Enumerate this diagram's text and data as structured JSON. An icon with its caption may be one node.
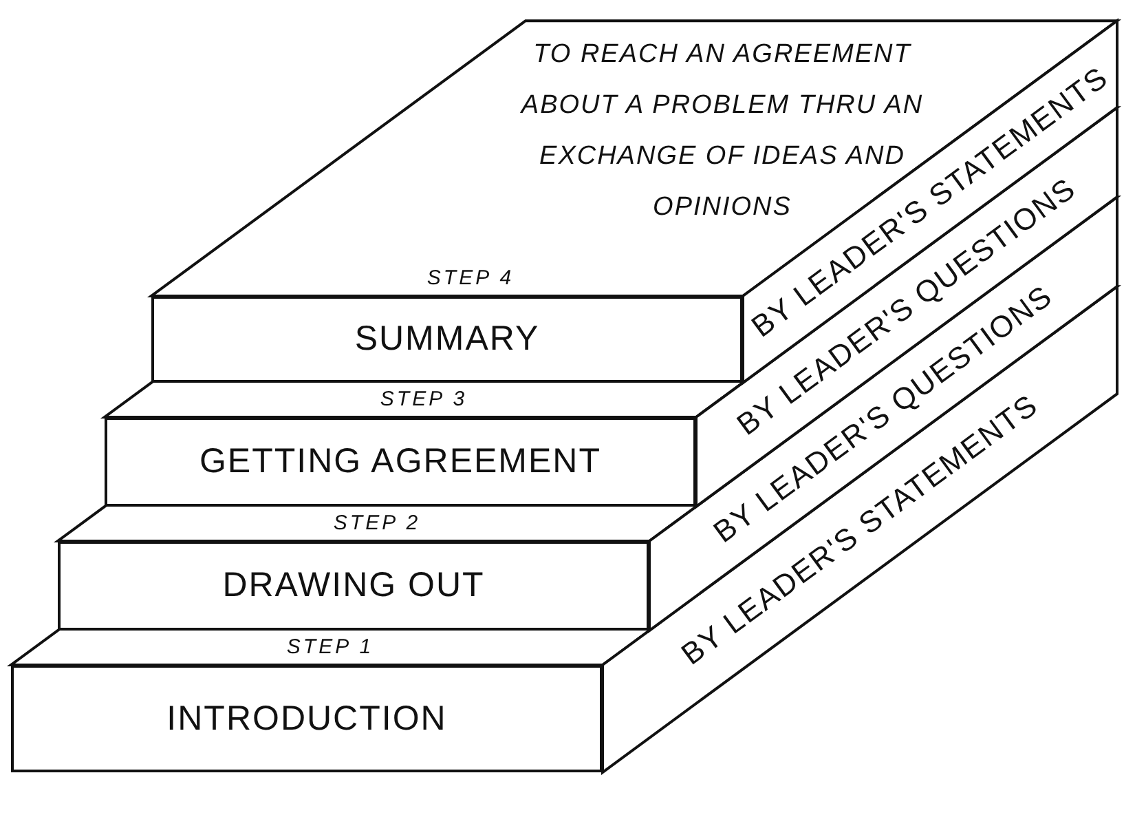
{
  "diagram": {
    "nodes": [
      {
        "text": [
          "SUMMARY"
        ],
        "beside": [
          "STEP 4"
        ]
      },
      {
        "text": [
          "GETTING AGREEMENT"
        ],
        "beside": [
          "STEP 3"
        ]
      },
      {
        "text": [
          "DRAWING OUT"
        ],
        "beside": [
          "STEP 2"
        ]
      },
      {
        "text": [
          "INTRODUCTION"
        ],
        "beside": [
          "STEP 1"
        ]
      }
    ],
    "edges": [],
    "labels": [
      "TO REACH AN AGREEMENT ABOUT A PROBLEM THRU AN EXCHANGE OF IDEAS AND OPINIONS",
      "BY LEADER'S STATEMENTS",
      "BY LEADER'S QUESTIONS",
      "BY LEADER'S QUESTIONS",
      "BY LEADER'S STATEMENTS"
    ]
  }
}
